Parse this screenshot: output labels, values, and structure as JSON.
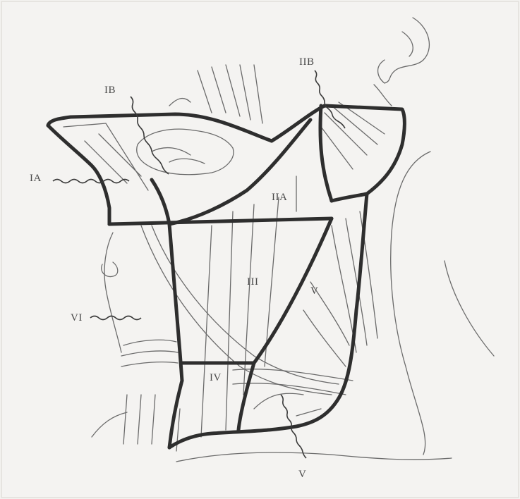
{
  "labels": {
    "IA": "IA",
    "IB": "IB",
    "IIA": "IIA",
    "IIB": "IIB",
    "III": "III",
    "IV": "IV",
    "V_upper": "V",
    "V_lower": "V",
    "VI": "VI"
  },
  "colors": {
    "background": "#f4f3f1",
    "boundary": "#2e2e2e",
    "sketch": "#6a6a6a",
    "label": "#4a4a4a"
  }
}
